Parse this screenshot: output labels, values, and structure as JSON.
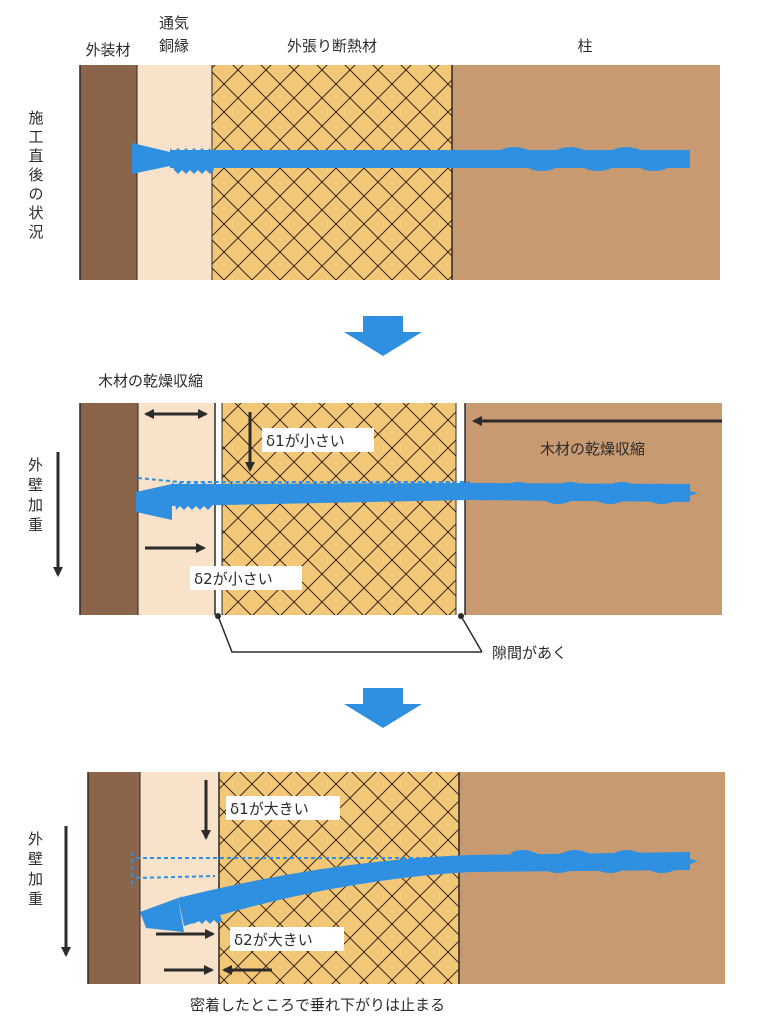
{
  "colors": {
    "cladding": "#8a654a",
    "furring": "#f8e2c9",
    "insulation": "#f2c778",
    "insulation_grid": "#3a2a1a",
    "post": "#c89a72",
    "screw": "#2f8fe0",
    "arrow_blue": "#2f8fe0",
    "line": "#2b2b2b"
  },
  "headers": {
    "cladding": "外装材",
    "furring_line1": "通気",
    "furring_line2": "銅縁",
    "insulation": "外張り断熱材",
    "post": "柱"
  },
  "stage1": {
    "side_label": [
      "施",
      "工",
      "直",
      "後",
      "の",
      "状",
      "況"
    ]
  },
  "stage2": {
    "top_label": "木材の乾燥収縮",
    "right_label": "木材の乾燥収縮",
    "side_label": [
      "外",
      "壁",
      "加",
      "重"
    ],
    "delta1": "δ1が小さい",
    "delta2": "δ2が小さい",
    "gap_label": "隙間があく"
  },
  "stage3": {
    "side_label": [
      "外",
      "壁",
      "加",
      "重"
    ],
    "delta1": "δ1が大きい",
    "delta2": "δ2が大きい",
    "caption": "密着したところで垂れ下がりは止まる"
  },
  "icons": {
    "down_arrow_1": "down-arrow-icon",
    "down_arrow_2": "down-arrow-icon"
  }
}
